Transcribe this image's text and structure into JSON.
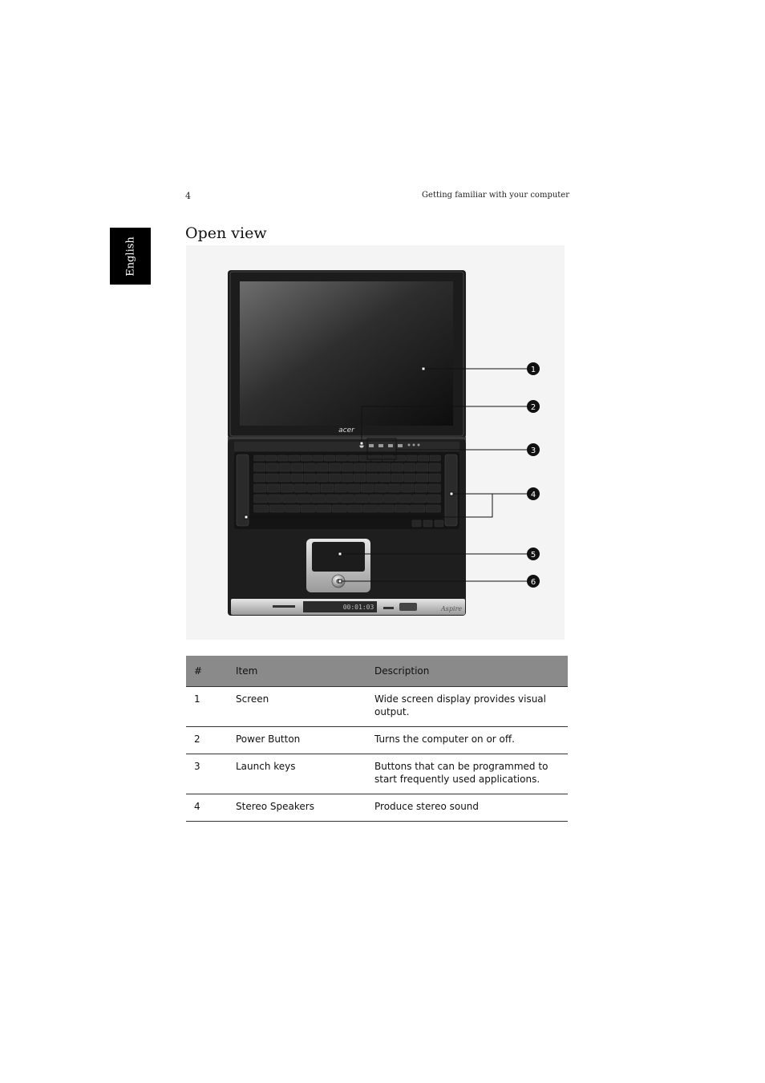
{
  "header": {
    "page_number": "4",
    "running_title": "Getting familiar with your computer"
  },
  "side_tab": {
    "label": "English"
  },
  "section": {
    "title": "Open view"
  },
  "figure": {
    "logo": "acer",
    "model": "Aspire",
    "display_readout": "00:01:03",
    "callouts": [
      "1",
      "2",
      "3",
      "4",
      "5",
      "6"
    ]
  },
  "table": {
    "headers": [
      "#",
      "Item",
      "Description"
    ],
    "rows": [
      {
        "num": "1",
        "item": "Screen",
        "desc": "Wide screen display provides visual output."
      },
      {
        "num": "2",
        "item": "Power Button",
        "desc": "Turns the computer on or off."
      },
      {
        "num": "3",
        "item": "Launch keys",
        "desc": "Buttons that can be programmed to start frequently used applications."
      },
      {
        "num": "4",
        "item": "Stereo Speakers",
        "desc": "Produce stereo sound"
      }
    ]
  }
}
